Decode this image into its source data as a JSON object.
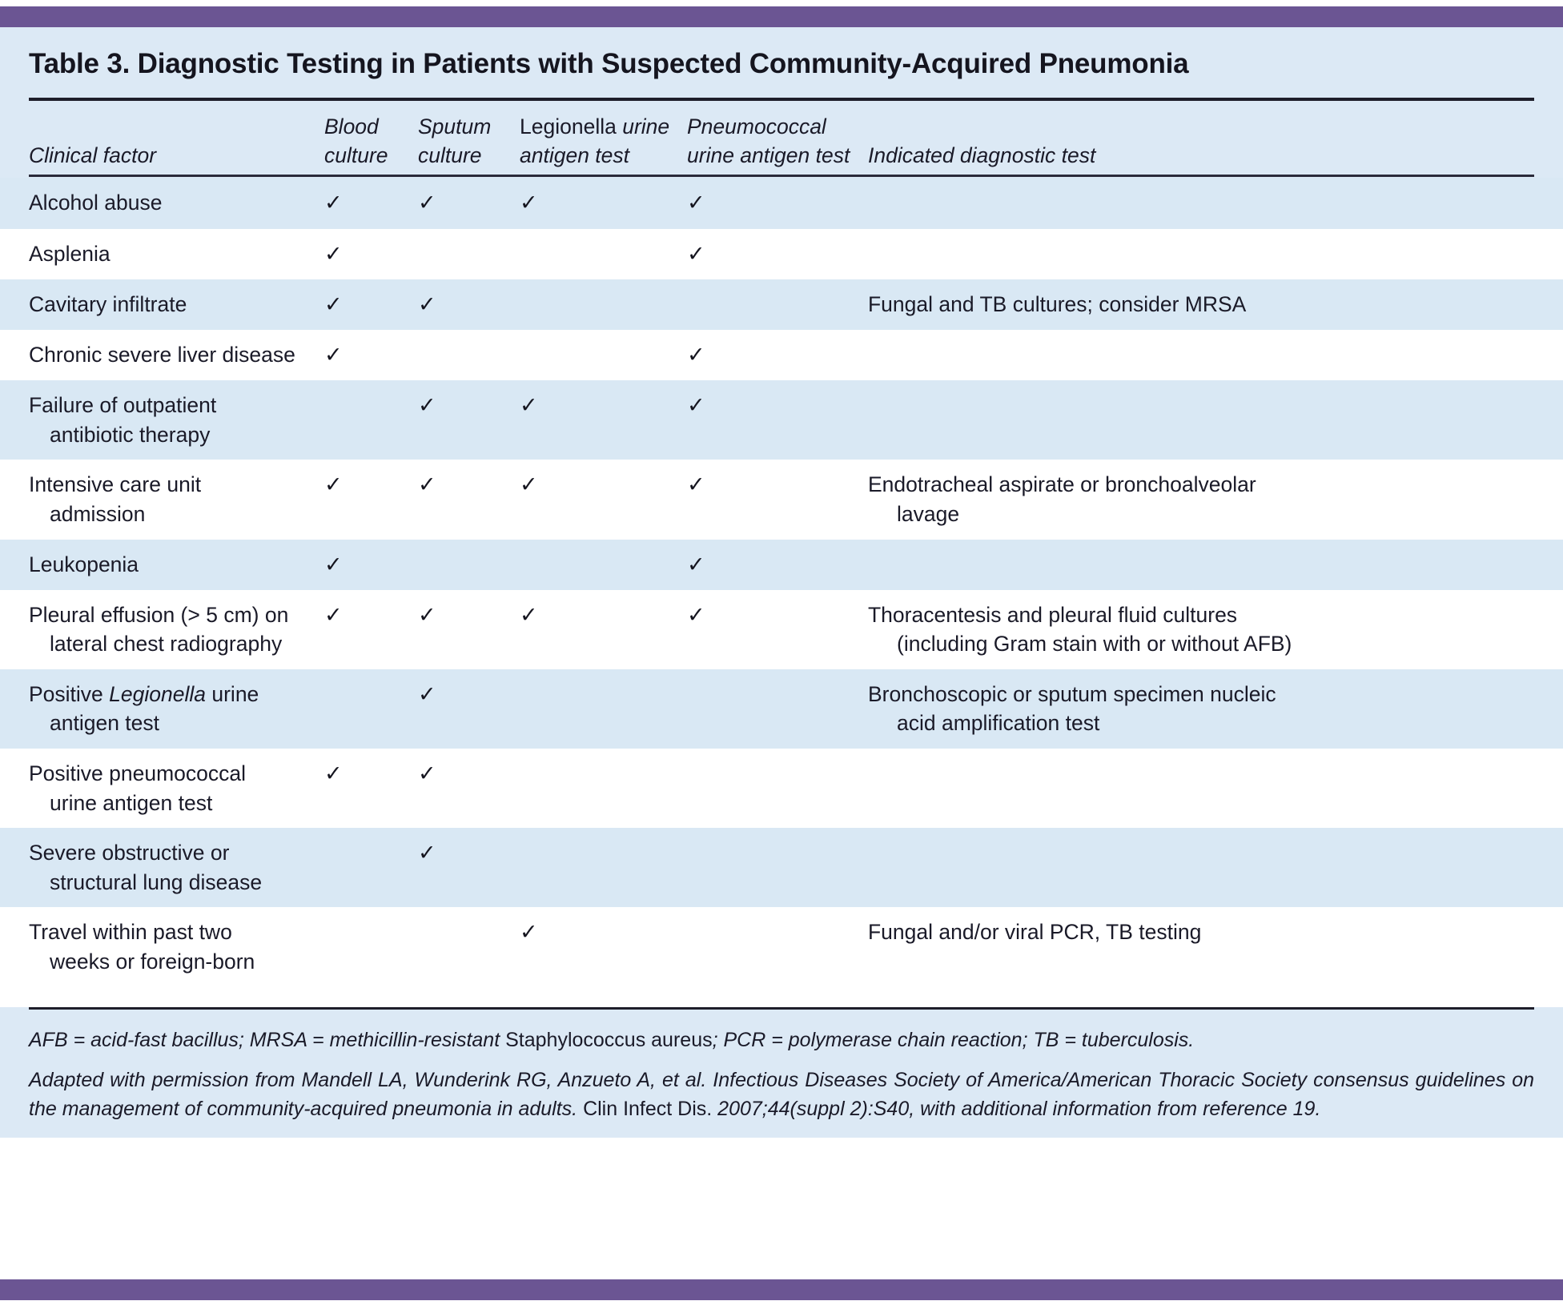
{
  "accent_color": "#6b5593",
  "row_tint_color": "#d9e8f4",
  "panel_tint_color": "#dce9f5",
  "title": "Table 3. Diagnostic Testing in Patients with Suspected Community-Acquired Pneumonia",
  "check_glyph": "✓",
  "columns": {
    "clinical_factor": "Clinical factor",
    "blood_culture_l1": "Blood",
    "blood_culture_l2": "culture",
    "sputum_culture_l1": "Sputum",
    "sputum_culture_l2": "culture",
    "legionella_l1_roman": "Legionella",
    "legionella_l1_italic": " urine",
    "legionella_l2": "antigen test",
    "pneumococcal_l1": "Pneumococcal",
    "pneumococcal_l2": "urine antigen test",
    "indicated_test": "Indicated diagnostic test"
  },
  "rows": [
    {
      "factor": "Alcohol abuse",
      "factor_line2": "",
      "blood": "✓",
      "sputum": "✓",
      "legionella": "✓",
      "pneumococcal": "✓",
      "indicated": "",
      "indicated_line2": ""
    },
    {
      "factor": "Asplenia",
      "factor_line2": "",
      "blood": "✓",
      "sputum": "",
      "legionella": "",
      "pneumococcal": "✓",
      "indicated": "",
      "indicated_line2": ""
    },
    {
      "factor": "Cavitary infiltrate",
      "factor_line2": "",
      "blood": "✓",
      "sputum": "✓",
      "legionella": "",
      "pneumococcal": "",
      "indicated": "Fungal and TB cultures; consider MRSA",
      "indicated_line2": ""
    },
    {
      "factor": "Chronic severe liver disease",
      "factor_line2": "",
      "blood": "✓",
      "sputum": "",
      "legionella": "",
      "pneumococcal": "✓",
      "indicated": "",
      "indicated_line2": ""
    },
    {
      "factor": "Failure of outpatient",
      "factor_line2": "antibiotic therapy",
      "blood": "",
      "sputum": "✓",
      "legionella": "✓",
      "pneumococcal": "✓",
      "indicated": "",
      "indicated_line2": ""
    },
    {
      "factor": "Intensive care unit",
      "factor_line2": "admission",
      "blood": "✓",
      "sputum": "✓",
      "legionella": "✓",
      "pneumococcal": "✓",
      "indicated": "Endotracheal aspirate or bronchoalveolar",
      "indicated_line2": "lavage"
    },
    {
      "factor": "Leukopenia",
      "factor_line2": "",
      "blood": "✓",
      "sputum": "",
      "legionella": "",
      "pneumococcal": "✓",
      "indicated": "",
      "indicated_line2": ""
    },
    {
      "factor": "Pleural effusion (> 5 cm) on",
      "factor_line2": "lateral chest radiography",
      "blood": "✓",
      "sputum": "✓",
      "legionella": "✓",
      "pneumococcal": "✓",
      "indicated": "Thoracentesis and pleural fluid cultures",
      "indicated_line2": "(including Gram stain with or without AFB)"
    },
    {
      "factor_pre": "Positive ",
      "factor_italic": "Legionella",
      "factor_post": " urine",
      "factor_line2": "antigen test",
      "blood": "",
      "sputum": "✓",
      "legionella": "",
      "pneumococcal": "",
      "indicated": "Bronchoscopic or sputum specimen nucleic",
      "indicated_line2": "acid amplification test"
    },
    {
      "factor": "Positive pneumococcal",
      "factor_line2": "urine antigen test",
      "blood": "✓",
      "sputum": "✓",
      "legionella": "",
      "pneumococcal": "",
      "indicated": "",
      "indicated_line2": ""
    },
    {
      "factor": "Severe obstructive or",
      "factor_line2": "structural lung disease",
      "blood": "",
      "sputum": "✓",
      "legionella": "",
      "pneumococcal": "",
      "indicated": "",
      "indicated_line2": ""
    },
    {
      "factor": "Travel within past two",
      "factor_line2": "weeks or foreign-born",
      "blood": "",
      "sputum": "",
      "legionella": "✓",
      "pneumococcal": "",
      "indicated": "Fungal and/or viral PCR, TB testing",
      "indicated_line2": ""
    }
  ],
  "footnotes": {
    "abbrev_a": "AFB = acid-fast bacillus; MRSA = methicillin-resistant ",
    "abbrev_roman": "Staphylococcus aureus",
    "abbrev_b": "; PCR = polymerase chain reaction; TB = tuberculosis.",
    "source_a": "Adapted with permission from Mandell LA, Wunderink RG, Anzueto A, et al. Infectious Diseases Society of America/American Thoracic Society consensus guidelines on the management of community-acquired pneumonia in adults. ",
    "source_roman": "Clin Infect Dis.",
    "source_b": " 2007;44(suppl 2):S40, with additional information from reference 19."
  }
}
